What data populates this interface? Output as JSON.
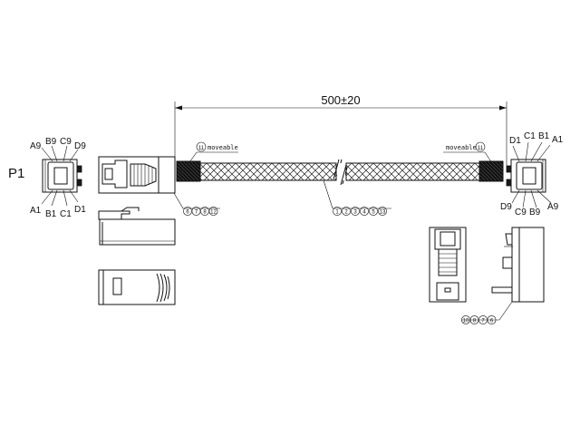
{
  "dimension": "500±20",
  "connector_label": "P1",
  "left_pins": {
    "top": [
      "A9",
      "B9",
      "C9",
      "D9"
    ],
    "bottom": [
      "A1",
      "B1",
      "C1",
      "D1"
    ]
  },
  "right_pins": {
    "top": [
      "D1",
      "C1",
      "B1",
      "A1"
    ],
    "bottom": [
      "D9",
      "C9",
      "B9",
      "A9"
    ]
  },
  "moveable_left": {
    "num": "11",
    "text": "moveable"
  },
  "moveable_right": {
    "num": "11",
    "text": "moveable"
  },
  "callout_left_connector": [
    "6",
    "7",
    "8",
    "12"
  ],
  "callout_cable": [
    "1",
    "2",
    "3",
    "4",
    "5",
    "13"
  ],
  "callout_right_connector": [
    "10",
    "8",
    "7",
    "6"
  ]
}
